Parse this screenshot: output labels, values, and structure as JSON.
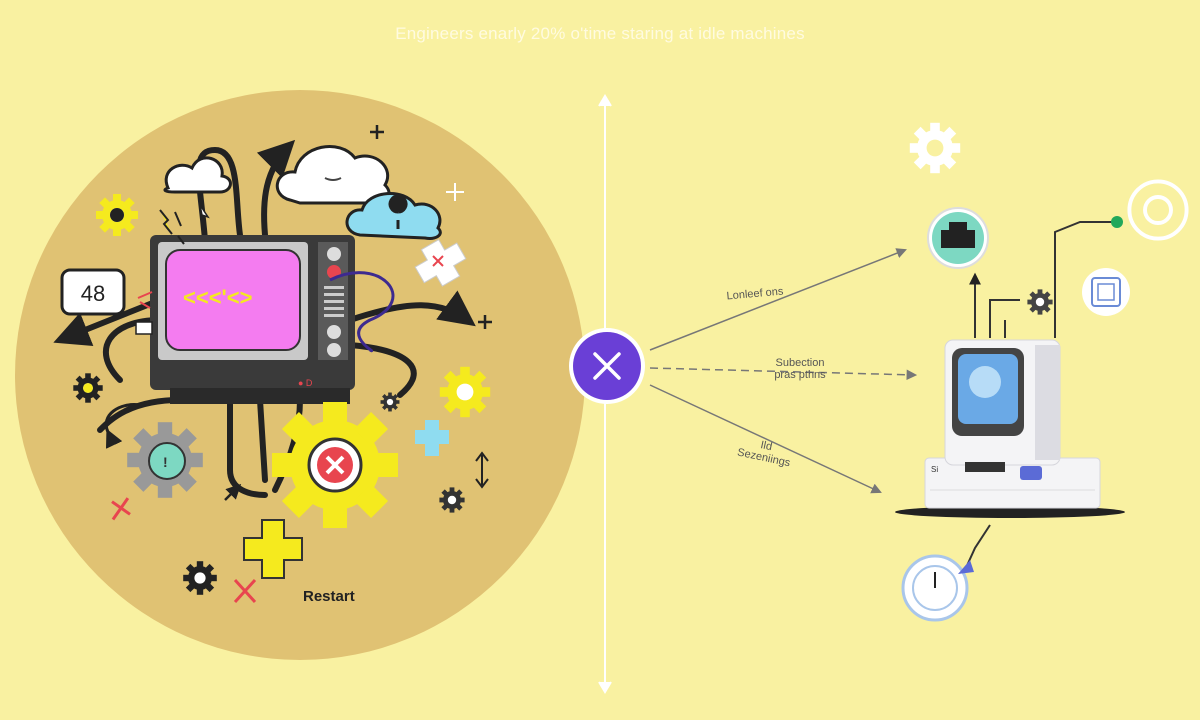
{
  "title": "Engineers enarly 20% o'time staring at idle machines",
  "retro_monitor": {
    "screen_glyphs": "<<<'<>"
  },
  "counter_badge": {
    "value": "48"
  },
  "restart_label": "Restart",
  "center_button": {
    "icon": "close-icon",
    "color": "#6a3fd6"
  },
  "arrows": [
    {
      "label": "Lonleef ons"
    },
    {
      "label": "Subection\npras pthns"
    },
    {
      "label": "Ild\nSezeniings"
    }
  ],
  "workstation": {
    "brand": "Si"
  },
  "icons": [
    "gear-icon",
    "cloud-icon",
    "location-pin-icon",
    "puzzle-icon",
    "close-icon",
    "printer-icon",
    "window-icon",
    "clock-icon",
    "plus-icon"
  ],
  "colors": {
    "background": "#f9f1a1",
    "circle": "#e0c273",
    "accent_purple": "#6a3fd6",
    "screen_pink": "#f47cf0",
    "yellow": "#f5ea1e",
    "red": "#e8454f",
    "teal": "#7dd8c2"
  }
}
